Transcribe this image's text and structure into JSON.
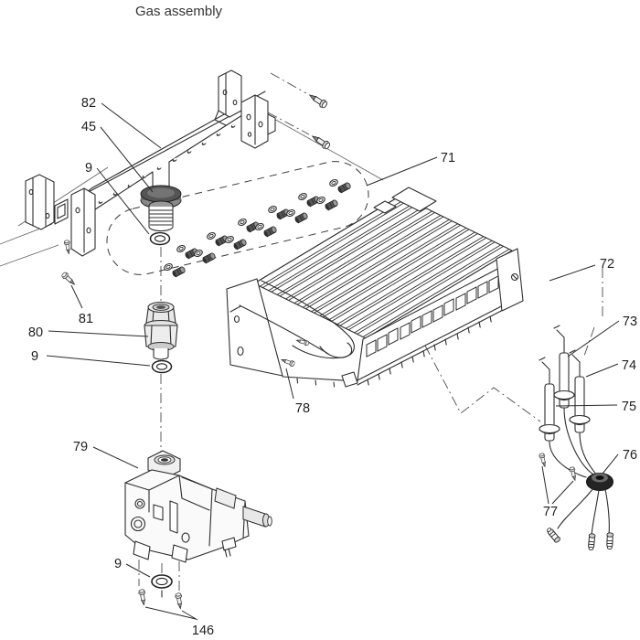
{
  "title": "Gas assembly",
  "colors": {
    "line": "#2e2e2e",
    "background": "#ffffff",
    "shade_dark": "#565656",
    "shade_light": "#e8e8e8"
  },
  "callouts": {
    "c82": {
      "label": "82",
      "target": "manifold-pipe-assembly"
    },
    "c45": {
      "label": "45",
      "target": "manifold-flange"
    },
    "c9a": {
      "label": "9",
      "target": "o-ring-upper"
    },
    "c71": {
      "label": "71",
      "target": "burner-orifice-group"
    },
    "c72": {
      "label": "72",
      "target": "burner-assembly"
    },
    "c73": {
      "label": "73",
      "target": "electrode-center"
    },
    "c74": {
      "label": "74",
      "target": "electrode-right"
    },
    "c75": {
      "label": "75",
      "target": "electrode-left"
    },
    "c76": {
      "label": "76",
      "target": "wire-grommet"
    },
    "c77": {
      "label": "77",
      "target": "electrode-screws"
    },
    "c78": {
      "label": "78",
      "target": "burner-screw"
    },
    "c79": {
      "label": "79",
      "target": "gas-valve"
    },
    "c80": {
      "label": "80",
      "target": "union-fitting"
    },
    "c9b": {
      "label": "9",
      "target": "o-ring-middle"
    },
    "c81": {
      "label": "81",
      "target": "bracket-screw"
    },
    "c9c": {
      "label": "9",
      "target": "o-ring-lower"
    },
    "c146": {
      "label": "146",
      "target": "valve-screws"
    }
  }
}
